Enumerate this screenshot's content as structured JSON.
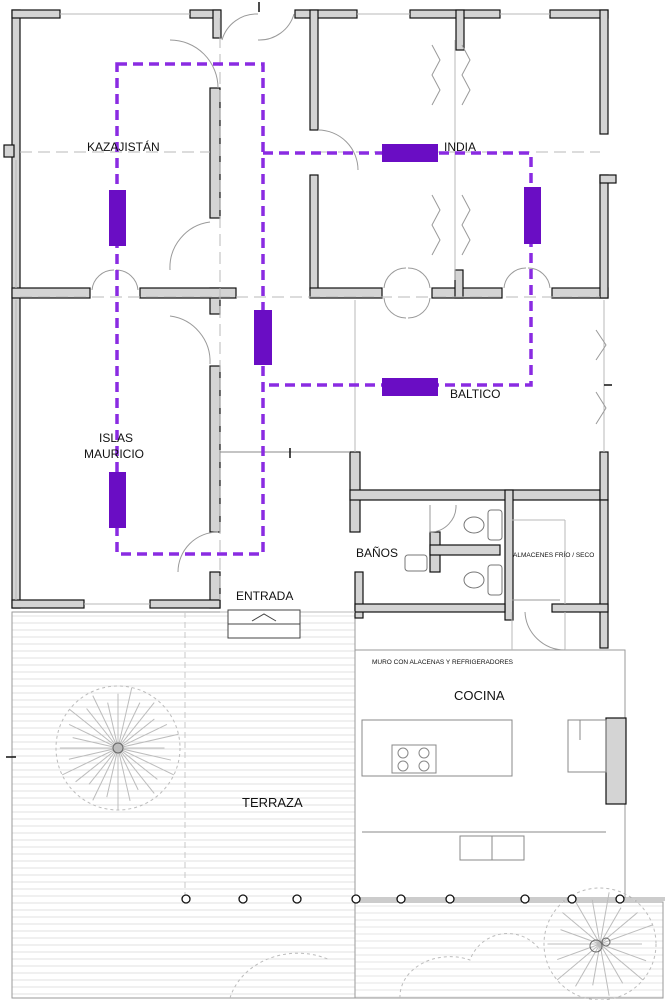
{
  "plan": {
    "rooms": {
      "kazajistan": "KAZAJISTÁN",
      "india": "INDIA",
      "baltico": "BALTICO",
      "islas_line1": "ISLAS",
      "islas_line2": "MAURICIO",
      "banos": "BAÑOS",
      "almacenes": "ALMACENES FRÍO / SECO",
      "entrada": "ENTRADA",
      "muro": "MURO CON ALACENAS Y REFRIGERADORES",
      "cocina": "COCINA",
      "terraza": "TERRAZA"
    },
    "colors": {
      "wall_fill": "#d4d4d4",
      "wall_stroke": "#111111",
      "accent": "#6a0dc4",
      "accent_dashed": "#8a2be2",
      "thin_line": "#b0b0b0"
    }
  }
}
